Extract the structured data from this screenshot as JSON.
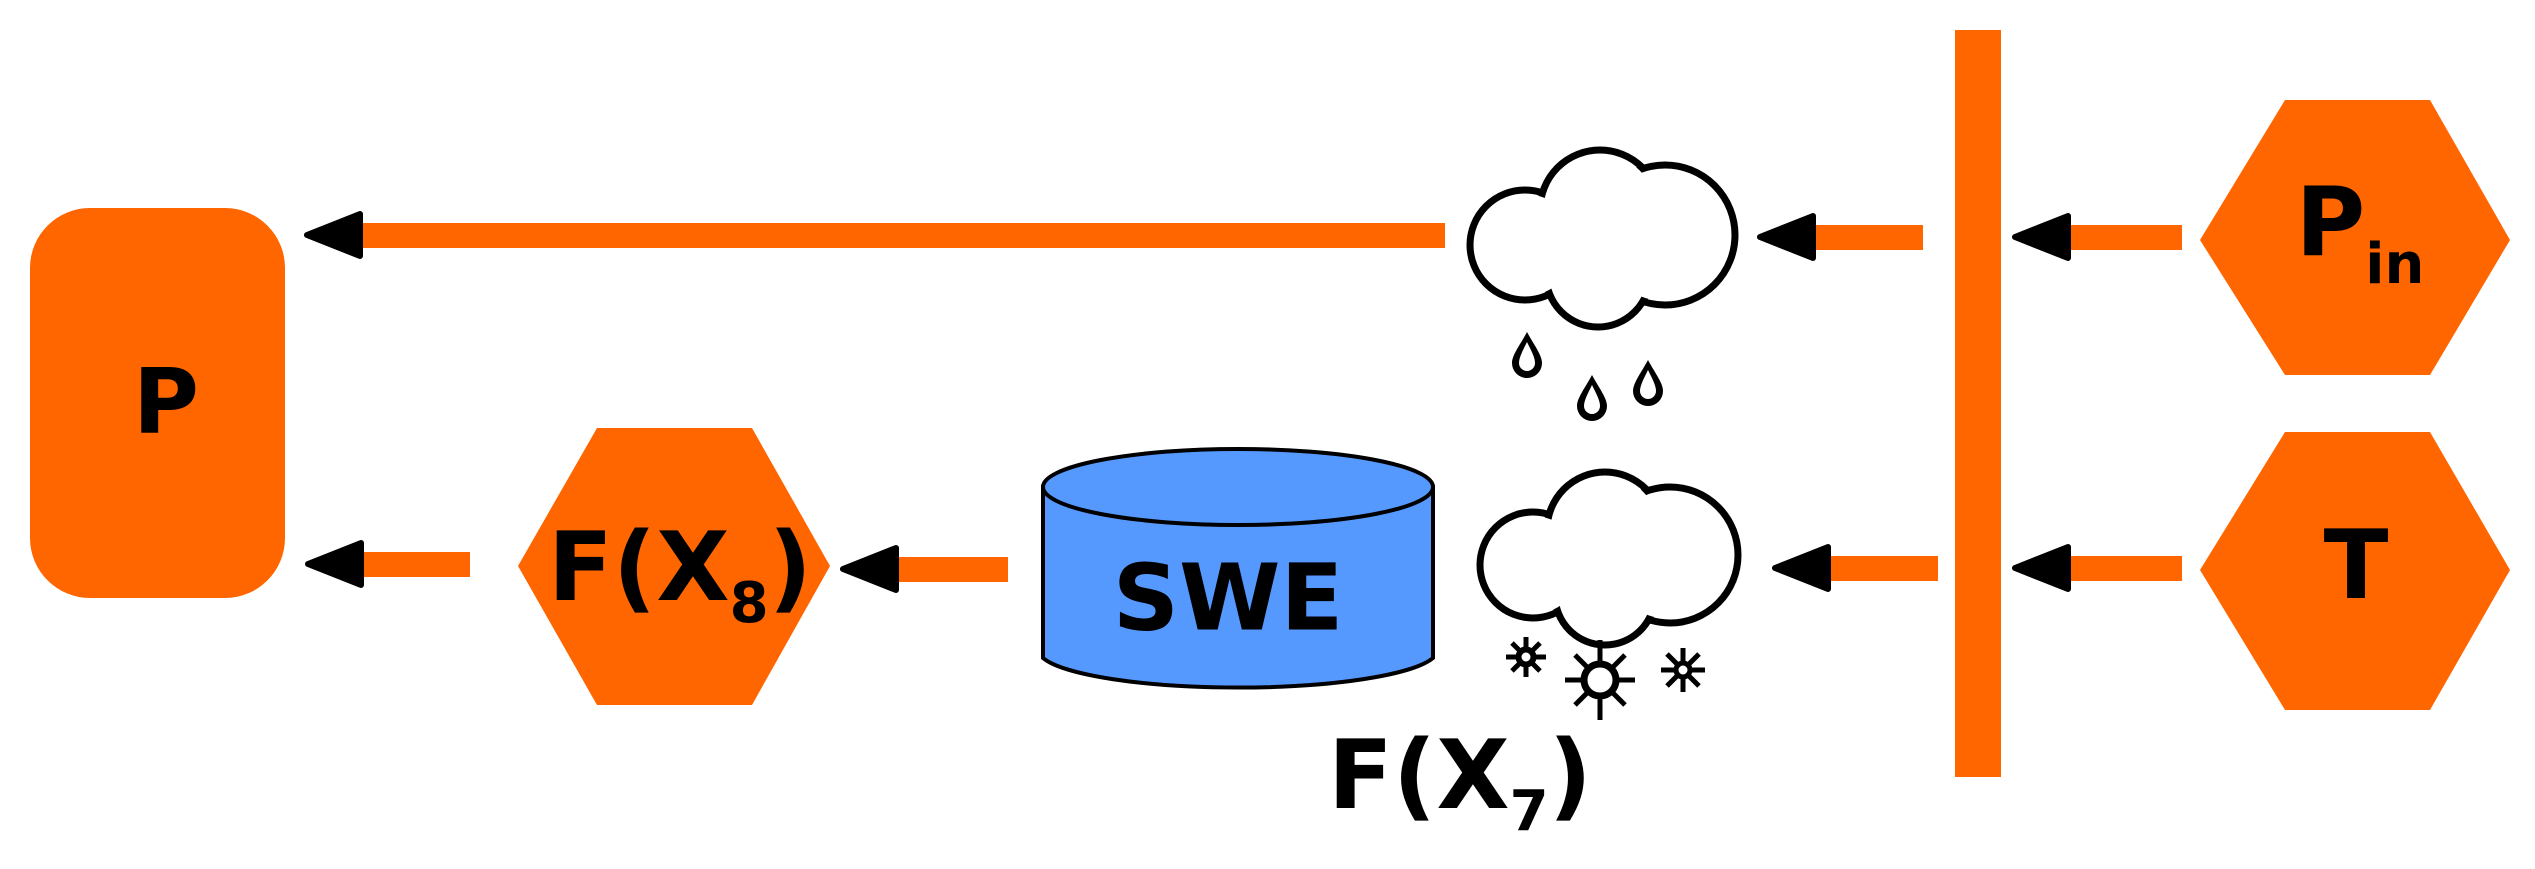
{
  "nodes": {
    "p_output": {
      "label": "P"
    },
    "p_in": {
      "label": "P",
      "subscript": "in"
    },
    "temperature": {
      "label": "T"
    },
    "f_x8": {
      "label": "F(X",
      "subscript": "8",
      "suffix": ")"
    },
    "swe_store": {
      "label": "SWE"
    },
    "f_x7": {
      "label": "F(X",
      "subscript": "7",
      "suffix": ")"
    }
  },
  "icons": {
    "rain": "rain-cloud-icon",
    "snow": "snow-cloud-icon"
  },
  "colors": {
    "accent": "#ff6600",
    "store": "#5599ff",
    "ink": "#000000"
  }
}
